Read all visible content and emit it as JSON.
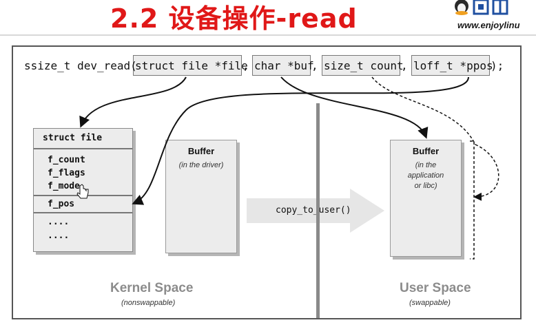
{
  "slide": {
    "title": "2.2 设备操作-read",
    "site": "www.enjoylinu"
  },
  "signature": {
    "prefix": "ssize_t dev_read(",
    "param_file": "struct file *file",
    "param_buf": "char *buf",
    "param_count": "size_t count",
    "param_ppos": "loff_t *ppos",
    "suffix": ");",
    "comma": ","
  },
  "struct_file": {
    "title": "struct file",
    "fields": [
      "f_count",
      "f_flags",
      "f_mode",
      "f_pos",
      "....",
      "...."
    ]
  },
  "kernel_buffer": {
    "title": "Buffer",
    "subtitle": "(in the driver)"
  },
  "user_buffer": {
    "title": "Buffer",
    "subtitle_1": "(in the",
    "subtitle_2": "application",
    "subtitle_3": "or libc)"
  },
  "copy": {
    "label": "copy_to_user()"
  },
  "kernel_space": {
    "title": "Kernel Space",
    "subtitle": "(nonswappable)"
  },
  "user_space": {
    "title": "User Space",
    "subtitle": "(swappable)"
  },
  "colors": {
    "title": "#e01818",
    "box_fill": "#ececec",
    "arrow_fill": "#e6e6e6",
    "space_label": "#8c8c8c"
  }
}
